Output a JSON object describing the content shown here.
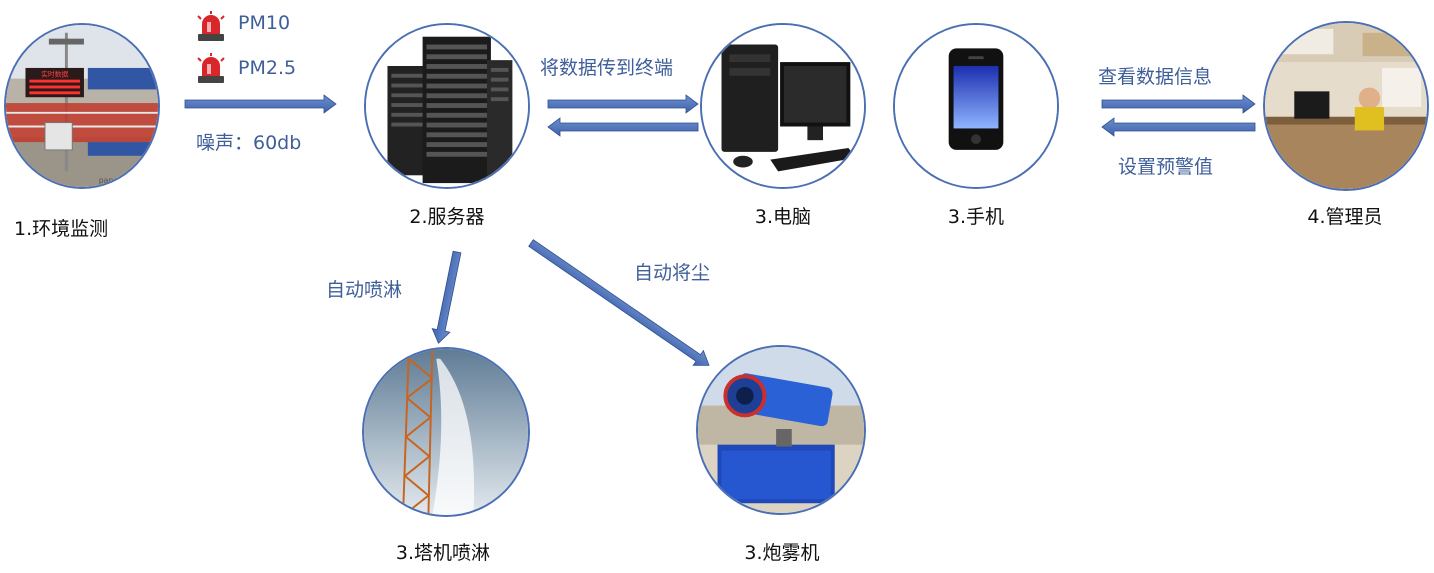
{
  "nodes": {
    "env": "1.环境监测",
    "server": "2.服务器",
    "pc": "3.电脑",
    "phone": "3.手机",
    "admin": "4.管理员",
    "tower": "3.塔机喷淋",
    "fog": "3.炮雾机"
  },
  "sensors": {
    "pm10": "PM10",
    "pm25": "PM2.5",
    "noise": "噪声：60db"
  },
  "edges": {
    "to_terminal": "将数据传到终端",
    "view_data": "查看数据信息",
    "set_alarm": "设置预警值",
    "auto_spray": "自动喷淋",
    "auto_dust": "自动将尘"
  },
  "photo_text": {
    "screen_title": "实时数据",
    "brand": "panqiin"
  },
  "colors": {
    "arrow": "#4a70b8",
    "border": "#4a6fb5",
    "text_blue": "#3f5f9a",
    "alarm_red": "#d9262b"
  }
}
